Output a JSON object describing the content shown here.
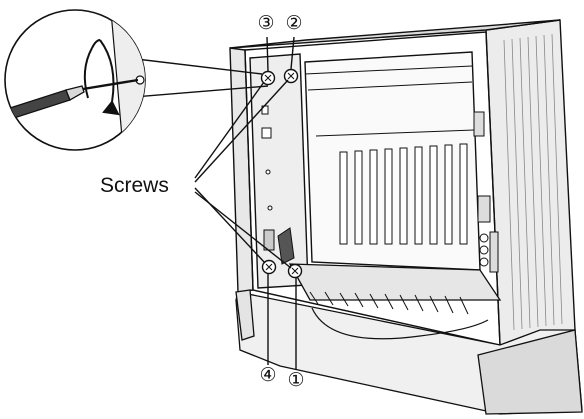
{
  "callouts": {
    "screws_label": "Screws",
    "numbers": {
      "n1": "①",
      "n2": "②",
      "n3": "③",
      "n4": "④"
    }
  },
  "colors": {
    "line": "#111111",
    "light_fill": "#f4f4f4",
    "mid_fill": "#d9d9d9",
    "dark_fill": "#444444",
    "background": "#ffffff"
  },
  "icons": {
    "tool": "screwdriver-icon",
    "rotation": "clockwise-arrow-icon",
    "fastener": "screw-icon"
  }
}
